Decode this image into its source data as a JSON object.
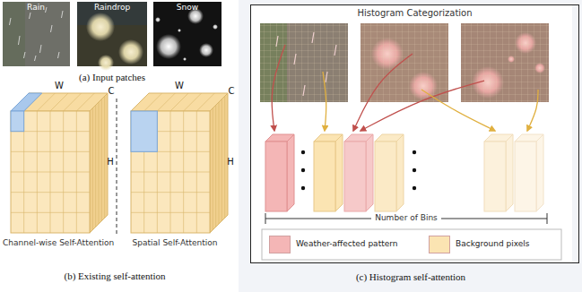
{
  "diagram": {
    "nodes": [
      {
        "text": [
          "Histogram Categorization"
        ]
      }
    ],
    "labels": [
      "Rain",
      "Raindrop",
      "Snow",
      "(a) Input patches",
      "W",
      "C",
      "H",
      "Channel-wise Self-Attention",
      "W",
      "C",
      "H",
      "Spatial Self-Attention",
      "(b) Existing self-attention",
      "Number of Bins",
      "(c) Histogram self-attention"
    ],
    "legend": [
      {
        "text": "Weather-affected pattern",
        "color": "#f4b6b6"
      },
      {
        "text": "Background pixels",
        "color": "#fbe4b2"
      }
    ]
  }
}
